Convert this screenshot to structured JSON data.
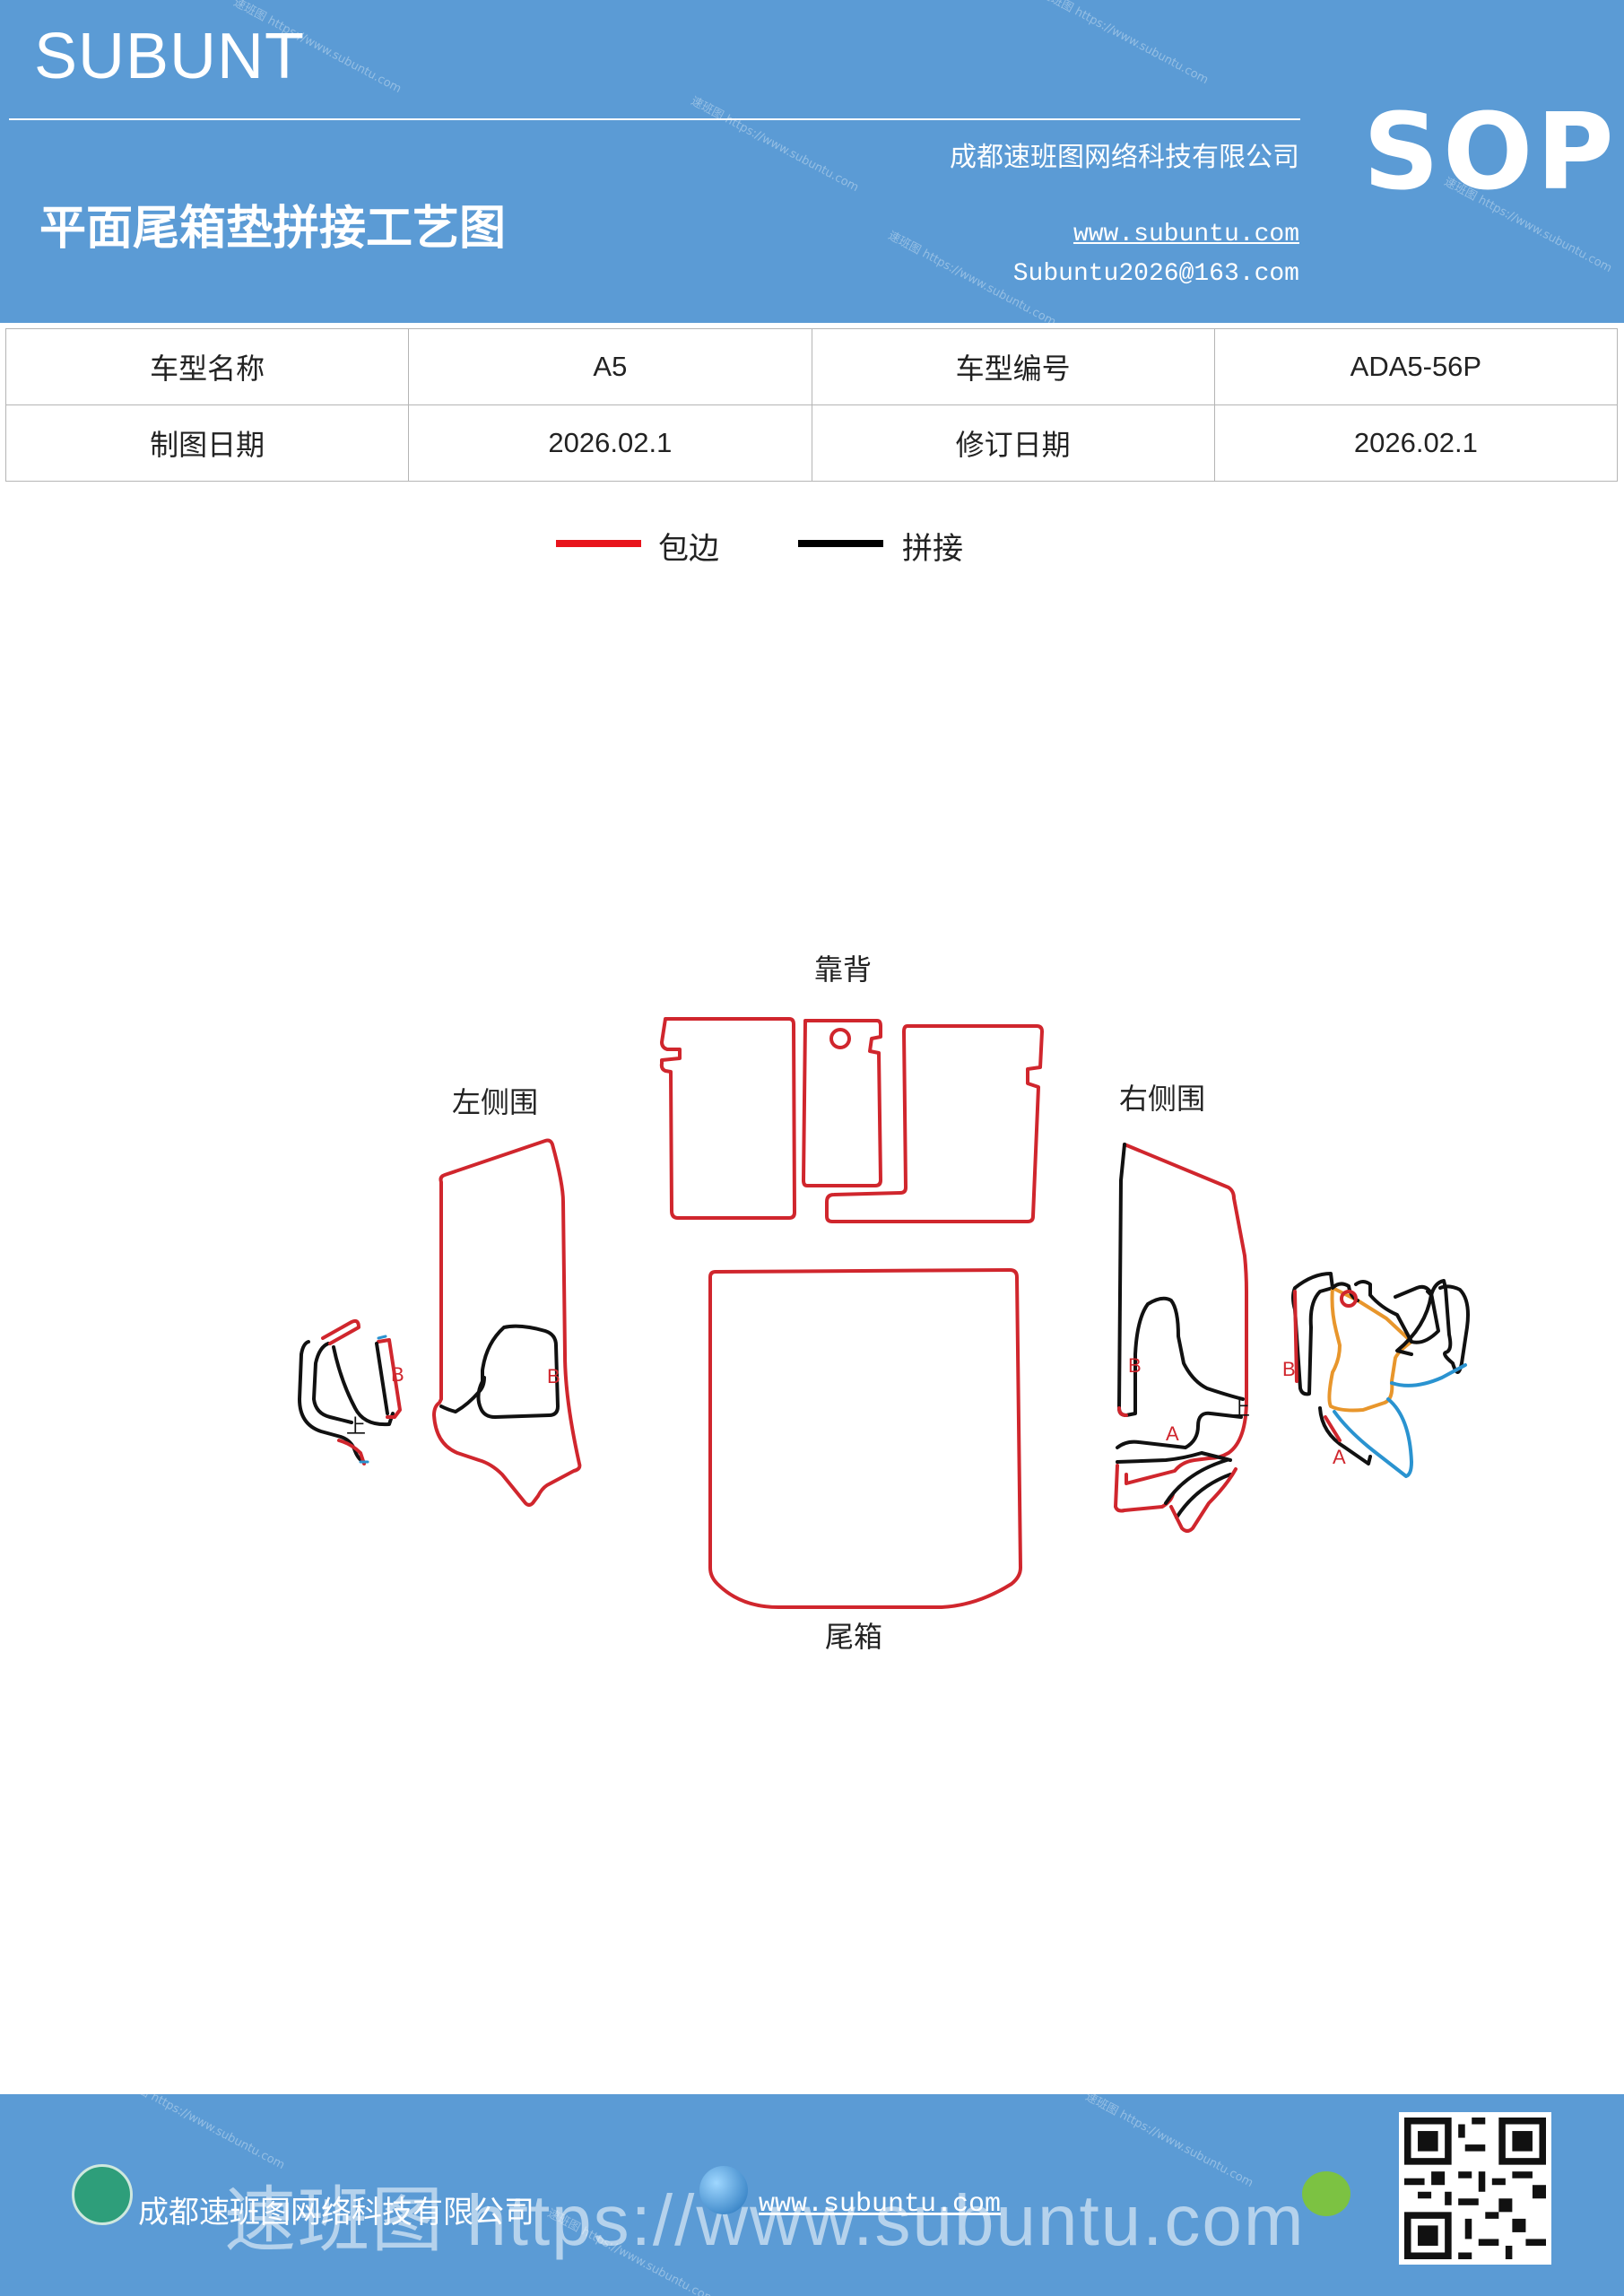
{
  "header": {
    "brand": "SUBUNT",
    "title": "平面尾箱垫拼接工艺图",
    "company": "成都速班图网络科技有限公司",
    "website": "www.subuntu.com",
    "email": "Subuntu2026@163.com",
    "badge": "SOP",
    "watermark": "速班图 https://www.subuntu.com"
  },
  "info_table": {
    "rows": [
      [
        "车型名称",
        "A5",
        "车型编号",
        "ADA5-56P"
      ],
      [
        "制图日期",
        "2026.02.1",
        "修订日期",
        "2026.02.1"
      ]
    ]
  },
  "legend": {
    "items": [
      {
        "label": "包边",
        "color": "#e8141c"
      },
      {
        "label": "拼接",
        "color": "#000000"
      }
    ]
  },
  "drawing": {
    "labels": {
      "backrest": "靠背",
      "left_side": "左侧围",
      "right_side": "右侧围",
      "trunk": "尾箱"
    },
    "marks": {
      "a": "A",
      "b": "B",
      "up": "上"
    },
    "colors": {
      "edge": "#d0262d",
      "seam": "#111111",
      "orange": "#e8962c",
      "blue": "#2a93d0"
    }
  },
  "footer": {
    "company": "成都速班图网络科技有限公司",
    "website": "www.subuntu.com",
    "overlay_text": "速班图 https://www.subuntu.com"
  }
}
